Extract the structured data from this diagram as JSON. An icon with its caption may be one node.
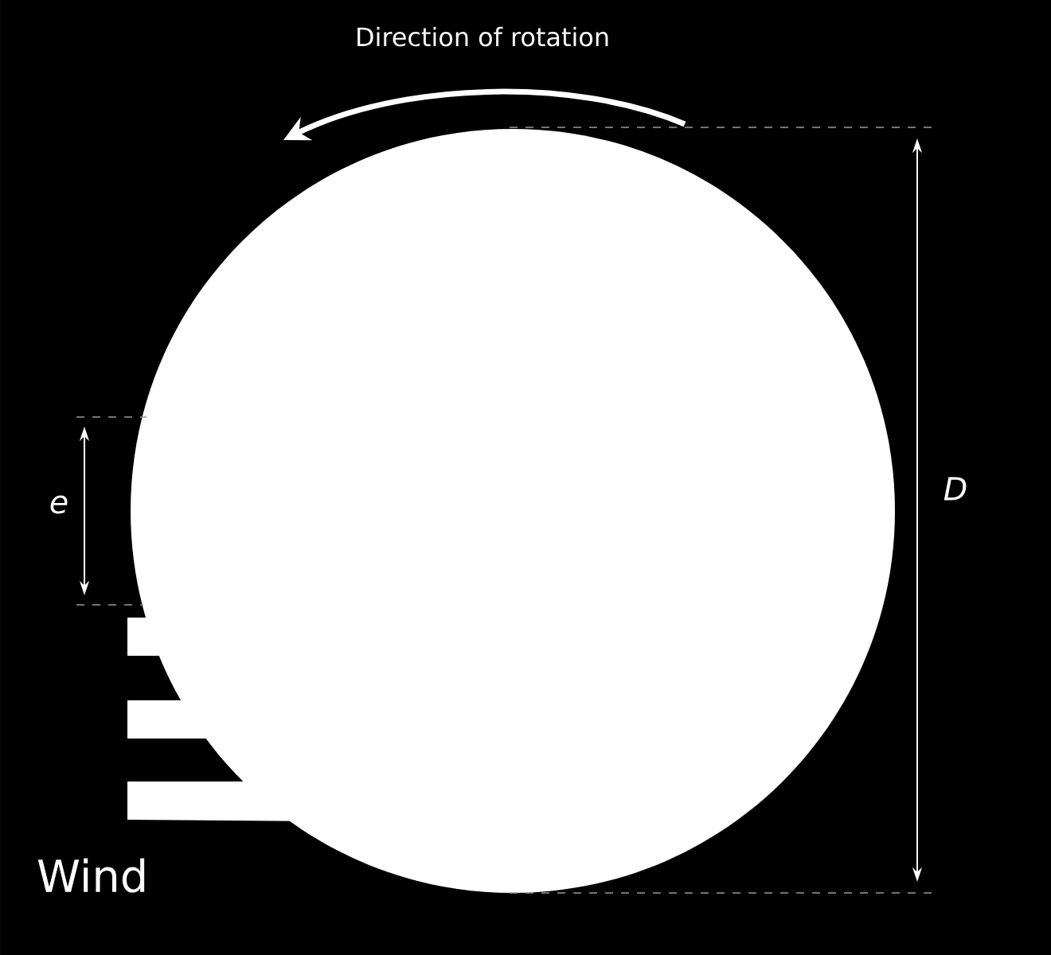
{
  "diagram": {
    "labels": [
      "Direction of rotation",
      "e",
      "D",
      "Wind"
    ]
  }
}
